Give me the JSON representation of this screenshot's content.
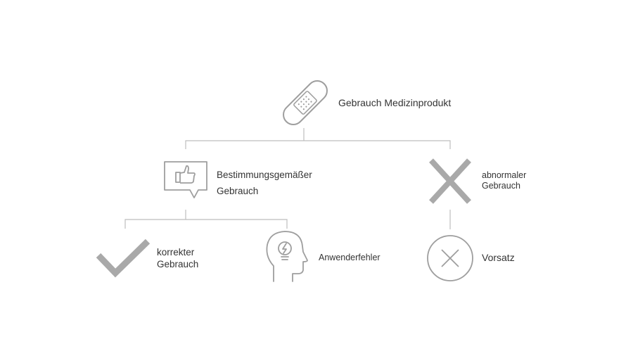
{
  "diagram": {
    "root": {
      "label": "Gebrauch Medizinprodukt",
      "icon": "bandage-icon"
    },
    "intended_use": {
      "line1": "Bestimmungsgemäßer",
      "line2": "Gebrauch",
      "icon": "thumbs-up-speech-bubble-icon"
    },
    "abnormal_use": {
      "line1": "abnormaler",
      "line2": "Gebrauch",
      "icon": "large-x-icon"
    },
    "correct_use": {
      "line1": "korrekter",
      "line2": "Gebrauch",
      "icon": "checkmark-icon"
    },
    "user_error": {
      "label": "Anwenderfehler",
      "icon": "head-lightbulb-icon"
    },
    "intent": {
      "label": "Vorsatz",
      "icon": "circle-x-icon"
    }
  },
  "colors": {
    "line": "#bdbdbd",
    "icon_outline": "#9e9e9e",
    "icon_fill": "#a9a9a9",
    "text": "#333333",
    "background": "#ffffff"
  }
}
